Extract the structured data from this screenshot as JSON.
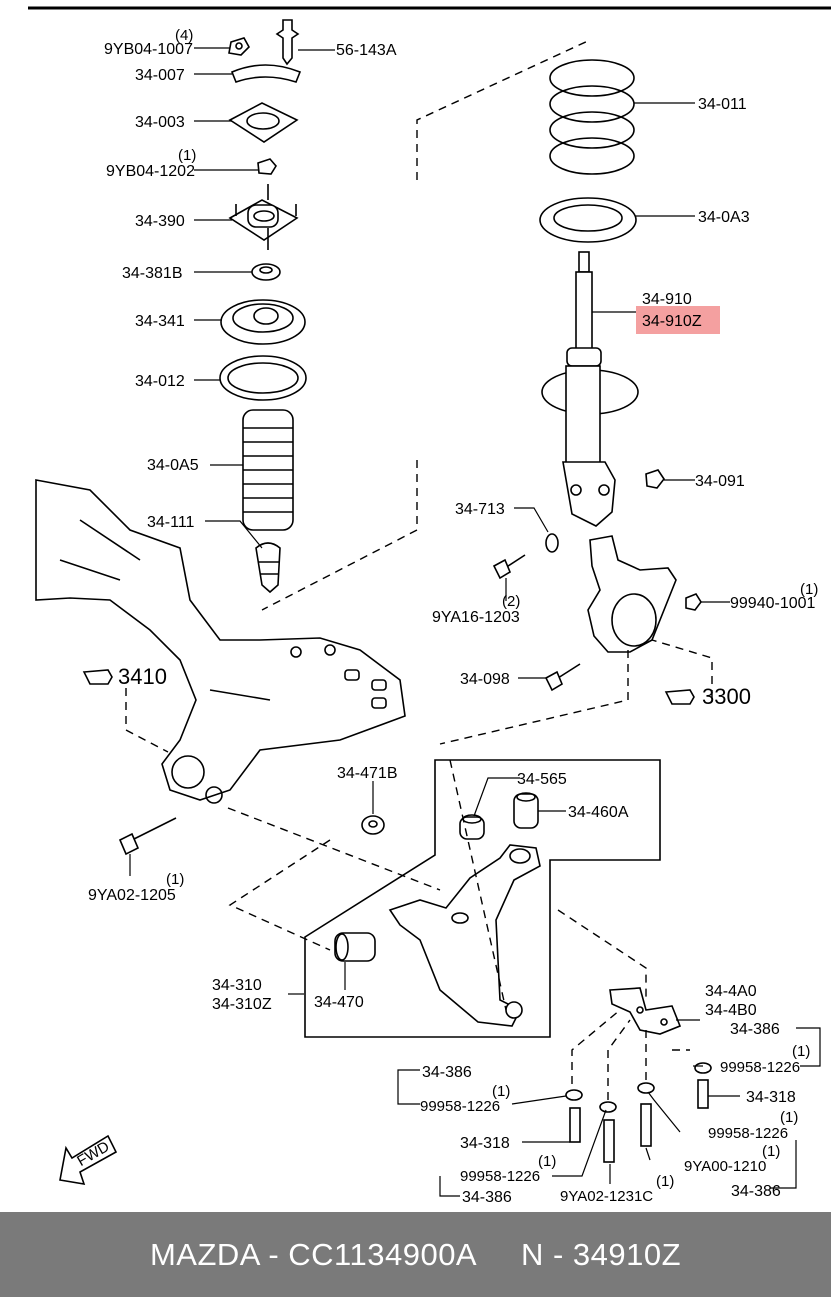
{
  "parts": {
    "p_9YB04_1007": {
      "code": "9YB04-1007",
      "qty": "(4)"
    },
    "p_56_143A": {
      "code": "56-143A"
    },
    "p_34_007": {
      "code": "34-007"
    },
    "p_34_003": {
      "code": "34-003"
    },
    "p_9YB04_1202": {
      "code": "9YB04-1202",
      "qty": "(1)"
    },
    "p_34_390": {
      "code": "34-390"
    },
    "p_34_381B": {
      "code": "34-381B"
    },
    "p_34_341": {
      "code": "34-341"
    },
    "p_34_012": {
      "code": "34-012"
    },
    "p_34_0A5": {
      "code": "34-0A5"
    },
    "p_34_111": {
      "code": "34-111"
    },
    "p_34_011": {
      "code": "34-011"
    },
    "p_34_0A3": {
      "code": "34-0A3"
    },
    "p_34_910": {
      "code": "34-910"
    },
    "p_34_910Z": {
      "code": "34-910Z"
    },
    "p_34_091": {
      "code": "34-091"
    },
    "p_34_713": {
      "code": "34-713"
    },
    "p_9YA16_1203": {
      "code": "9YA16-1203",
      "qty": "(2)"
    },
    "p_99940_1001": {
      "code": "99940-1001",
      "qty": "(1)"
    },
    "p_34_098": {
      "code": "34-098"
    },
    "ref_3410": {
      "code": "3410"
    },
    "ref_3300": {
      "code": "3300"
    },
    "p_34_471B": {
      "code": "34-471B"
    },
    "p_34_565": {
      "code": "34-565"
    },
    "p_34_460A": {
      "code": "34-460A"
    },
    "p_9YA02_1205": {
      "code": "9YA02-1205",
      "qty": "(1)"
    },
    "p_34_310": {
      "code": "34-310"
    },
    "p_34_310Z": {
      "code": "34-310Z"
    },
    "p_34_470": {
      "code": "34-470"
    },
    "p_34_4A0": {
      "code": "34-4A0"
    },
    "p_34_4B0": {
      "code": "34-4B0"
    },
    "p_34_386_r1": {
      "code": "34-386"
    },
    "p_99958_1226_r1": {
      "code": "99958-1226",
      "qty": "(1)"
    },
    "p_34_318_r": {
      "code": "34-318"
    },
    "p_99958_1226_r2": {
      "code": "99958-1226",
      "qty": "(1)"
    },
    "p_9YA00_1210": {
      "code": "9YA00-1210",
      "qty": "(1)"
    },
    "p_34_386_r2": {
      "code": "34-386"
    },
    "p_34_386_l1": {
      "code": "34-386"
    },
    "p_99958_1226_l1": {
      "code": "99958-1226",
      "qty": "(1)"
    },
    "p_34_318_l": {
      "code": "34-318"
    },
    "p_99958_1226_l2": {
      "code": "99958-1226",
      "qty": "(1)"
    },
    "p_34_386_l2": {
      "code": "34-386"
    },
    "p_9YA02_1231C": {
      "code": "9YA02-1231C",
      "qty": "(1)"
    }
  },
  "fwd_label": "FWD",
  "highlight_color": "#f4a0a0",
  "footer": {
    "text": "MAZDA - CC1134900A     N - 34910Z",
    "background": "#7a7a7a"
  }
}
